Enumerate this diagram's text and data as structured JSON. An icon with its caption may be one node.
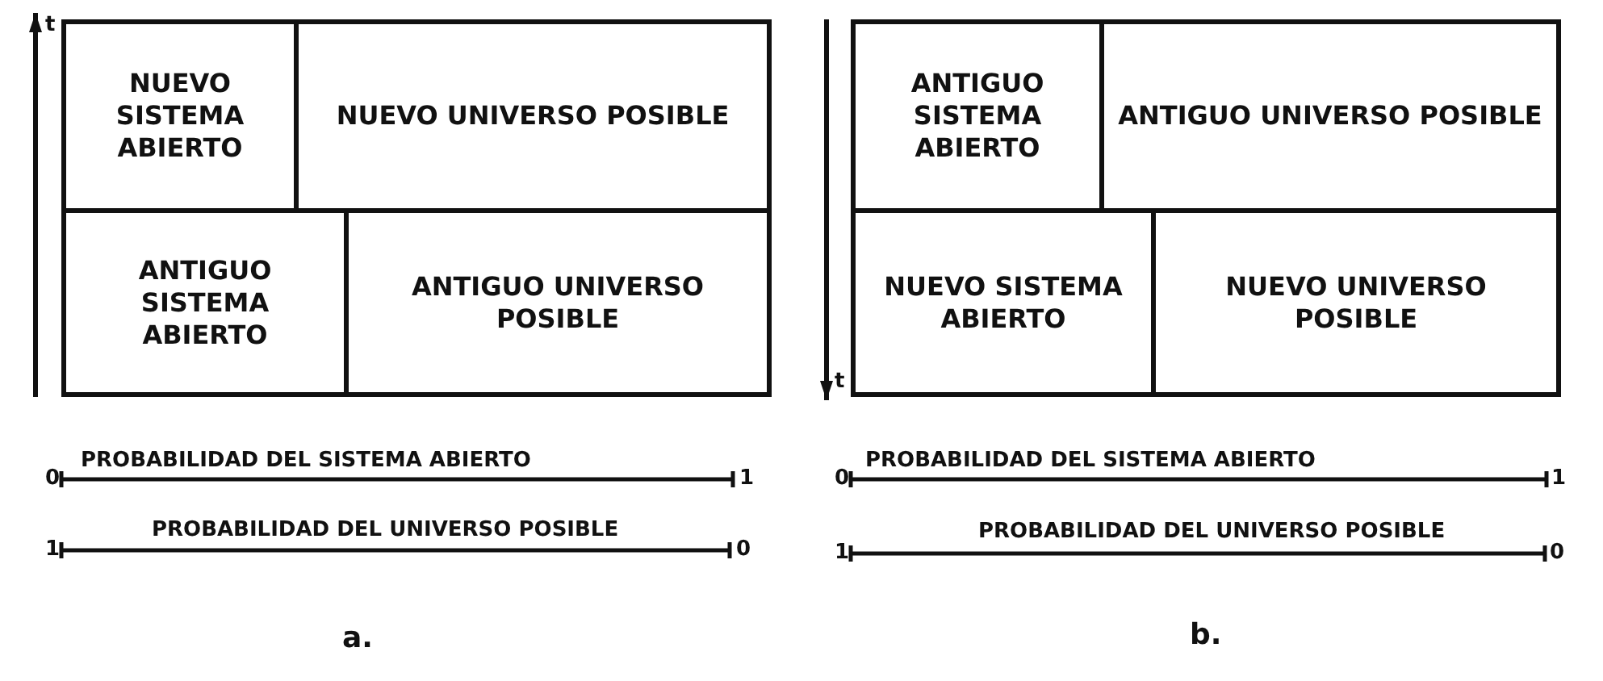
{
  "diagram": {
    "nodes": [
      {
        "text": [
          "NUEVO SISTEMA ABIERTO"
        ]
      },
      {
        "text": [
          "NUEVO UNIVERSO POSIBLE"
        ]
      },
      {
        "text": [
          "ANTIGUO SISTEMA ABIERTO"
        ]
      },
      {
        "text": [
          "ANTIGUO UNIVERSO POSIBLE"
        ]
      },
      {
        "text": [
          "ANTIGUO SISTEMA ABIERTO"
        ]
      },
      {
        "text": [
          "ANTIGUO UNIVERSO POSIBLE"
        ]
      },
      {
        "text": [
          "NUEVO SISTEMA ABIERTO"
        ]
      },
      {
        "text": [
          "NUEVO UNIVERSO POSIBLE"
        ]
      }
    ],
    "labels": [
      "t",
      "0",
      "PROBABILIDAD DEL SISTEMA ABIERTO",
      "1",
      "1",
      "PROBABILIDAD DEL UNIVERSO POSIBLE",
      "0",
      "a.",
      "t",
      "0",
      "PROBABILIDAD DEL SISTEMA ABIERTO",
      "1",
      "1",
      "PROBABILIDAD DEL UNIVERSO POSIBLE",
      "0",
      "b."
    ]
  }
}
